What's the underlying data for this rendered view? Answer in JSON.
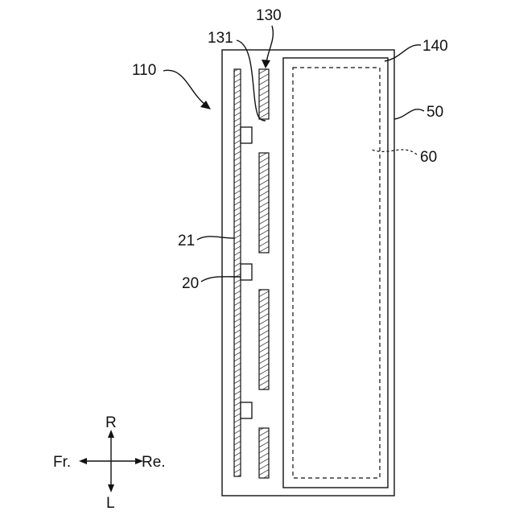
{
  "figure": {
    "labels": {
      "assembly": "110",
      "member_130": "130",
      "edge_131": "131",
      "panel_140": "140",
      "housing_50": "50",
      "region_60": "60",
      "plate_21": "21",
      "block_20": "20"
    },
    "axes": {
      "up": "R",
      "down": "L",
      "left": "Fr.",
      "right": "Re."
    }
  }
}
